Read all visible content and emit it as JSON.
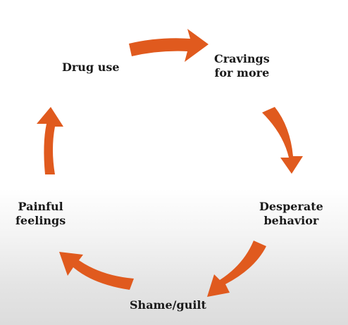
{
  "diagram": {
    "arrow_color": "#e05a1e",
    "stages": [
      {
        "id": "drug_use",
        "lines": [
          "Drug use"
        ]
      },
      {
        "id": "cravings",
        "lines": [
          "Cravings",
          "for more"
        ]
      },
      {
        "id": "desperate",
        "lines": [
          "Desperate",
          "behavior"
        ]
      },
      {
        "id": "shame",
        "lines": [
          "Shame/guilt"
        ]
      },
      {
        "id": "painful",
        "lines": [
          "Painful",
          "feelings"
        ]
      }
    ],
    "arrows": [
      {
        "from": "drug_use",
        "to": "cravings"
      },
      {
        "from": "cravings",
        "to": "desperate"
      },
      {
        "from": "desperate",
        "to": "shame"
      },
      {
        "from": "shame",
        "to": "painful"
      },
      {
        "from": "painful",
        "to": "drug_use"
      }
    ]
  }
}
